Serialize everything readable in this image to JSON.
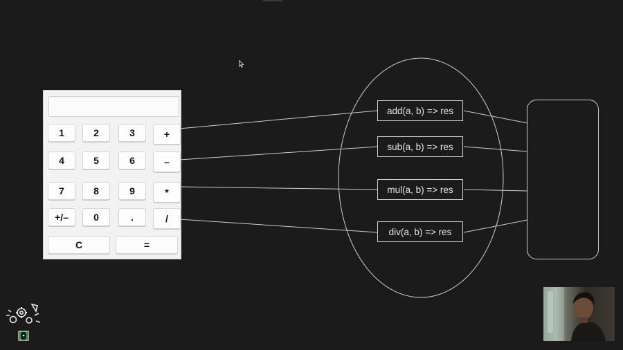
{
  "calculator": {
    "display_value": "",
    "keys": [
      {
        "label": "1",
        "name": "key-1"
      },
      {
        "label": "2",
        "name": "key-2"
      },
      {
        "label": "3",
        "name": "key-3"
      },
      {
        "label": "+",
        "name": "key-add"
      },
      {
        "label": "4",
        "name": "key-4"
      },
      {
        "label": "5",
        "name": "key-5"
      },
      {
        "label": "6",
        "name": "key-6"
      },
      {
        "label": "–",
        "name": "key-subtract"
      },
      {
        "label": "7",
        "name": "key-7"
      },
      {
        "label": "8",
        "name": "key-8"
      },
      {
        "label": "9",
        "name": "key-9"
      },
      {
        "label": "*",
        "name": "key-multiply"
      },
      {
        "label": "+/–",
        "name": "key-sign"
      },
      {
        "label": "0",
        "name": "key-0"
      },
      {
        "label": ".",
        "name": "key-decimal"
      },
      {
        "label": "/",
        "name": "key-divide"
      },
      {
        "label": "C",
        "name": "key-clear"
      },
      {
        "label": "=",
        "name": "key-equals"
      }
    ]
  },
  "functions": [
    {
      "label": "add(a, b) => res"
    },
    {
      "label": "sub(a, b) => res"
    },
    {
      "label": "mul(a, b) => res"
    },
    {
      "label": "div(a, b) => res"
    }
  ],
  "colors": {
    "background": "#1b1b1b",
    "line": "#cfcfcf",
    "text": "#e6e6e6",
    "calculator_body": "#f2f2f2",
    "logo_accent": "#3aa84a"
  },
  "icons": {
    "cursor": "mouse-pointer-icon",
    "logo": "gears-rocket-logo-icon",
    "webcam": "presenter-webcam-feed"
  }
}
